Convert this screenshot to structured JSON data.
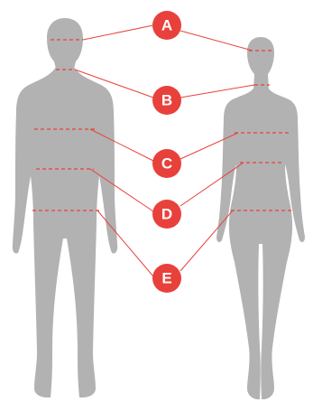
{
  "colors": {
    "accent": "#e8413b",
    "silhouette": "#b2b2b2",
    "background": "#ffffff"
  },
  "figures": [
    {
      "id": "male",
      "label": "male-silhouette"
    },
    {
      "id": "female",
      "label": "female-silhouette"
    }
  ],
  "markers": [
    {
      "letter": "A",
      "target": "head"
    },
    {
      "letter": "B",
      "target": "neck"
    },
    {
      "letter": "C",
      "target": "chest"
    },
    {
      "letter": "D",
      "target": "waist"
    },
    {
      "letter": "E",
      "target": "hips"
    }
  ]
}
